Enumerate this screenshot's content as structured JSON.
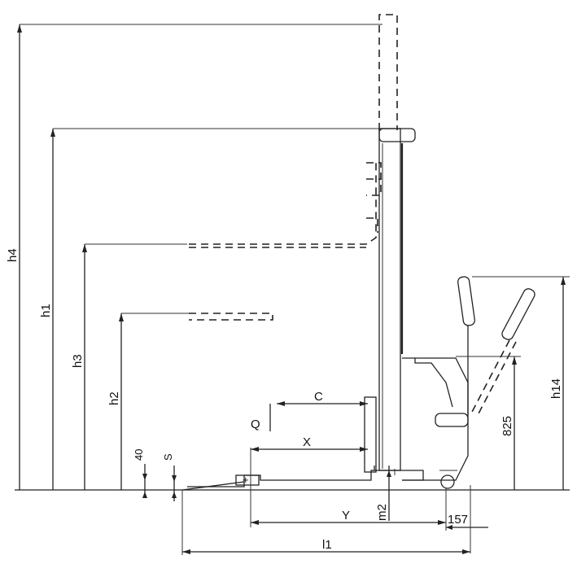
{
  "labels": {
    "h4": "h4",
    "h1": "h1",
    "h3": "h3",
    "h2": "h2",
    "d40": "40",
    "s": "S",
    "q": "Q",
    "c": "C",
    "x": "X",
    "m2": "m2",
    "y": "Y",
    "d157": "157",
    "l1": "l1",
    "d825": "825",
    "h14": "h14"
  }
}
